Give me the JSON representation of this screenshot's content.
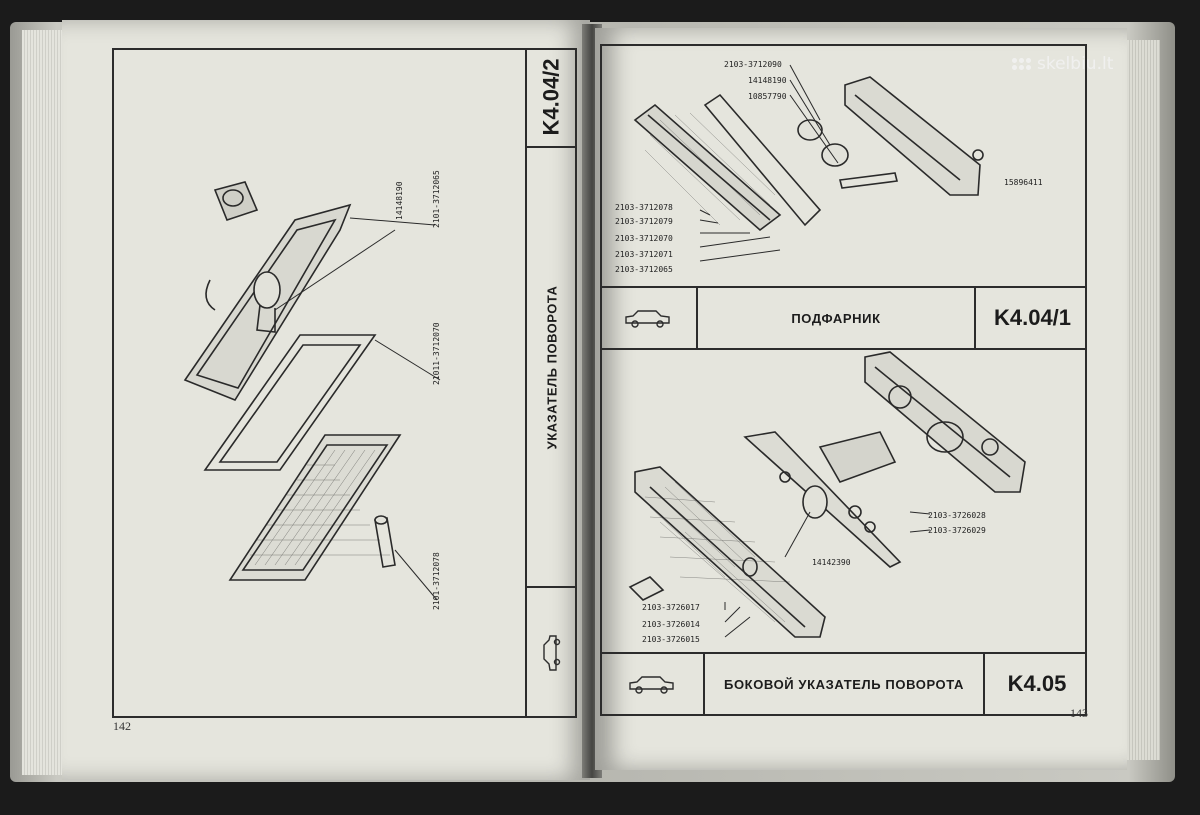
{
  "watermark": {
    "text": "skelbiu.lt"
  },
  "left_page": {
    "section_code": "K4.04/2",
    "section_title": "УКАЗАТЕЛЬ ПОВОРОТА",
    "page_number": "142",
    "parts": [
      "14148190",
      "2101-3712065",
      "21011-3712070",
      "2101-3712078"
    ]
  },
  "right_page": {
    "page_number": "143",
    "section_1": {
      "title": "ПОДФАРНИК",
      "code": "K4.04/1",
      "parts": [
        "2103-3712090",
        "14148190",
        "10857790",
        "15896411",
        "2103-3712078",
        "2103-3712079",
        "2103-3712070",
        "2103-3712071",
        "2103-3712065"
      ]
    },
    "section_2": {
      "title": "БОКОВОЙ УКАЗАТЕЛЬ ПОВОРОТА",
      "code": "K4.05",
      "parts": [
        "2103-3726028",
        "2103-3726029",
        "14142390",
        "2103-3726017",
        "2103-3726014",
        "2103-3726015"
      ]
    }
  },
  "colors": {
    "paper": "#e5e5dd",
    "ink": "#2c2c2c",
    "cover": "#b7b7b0"
  }
}
